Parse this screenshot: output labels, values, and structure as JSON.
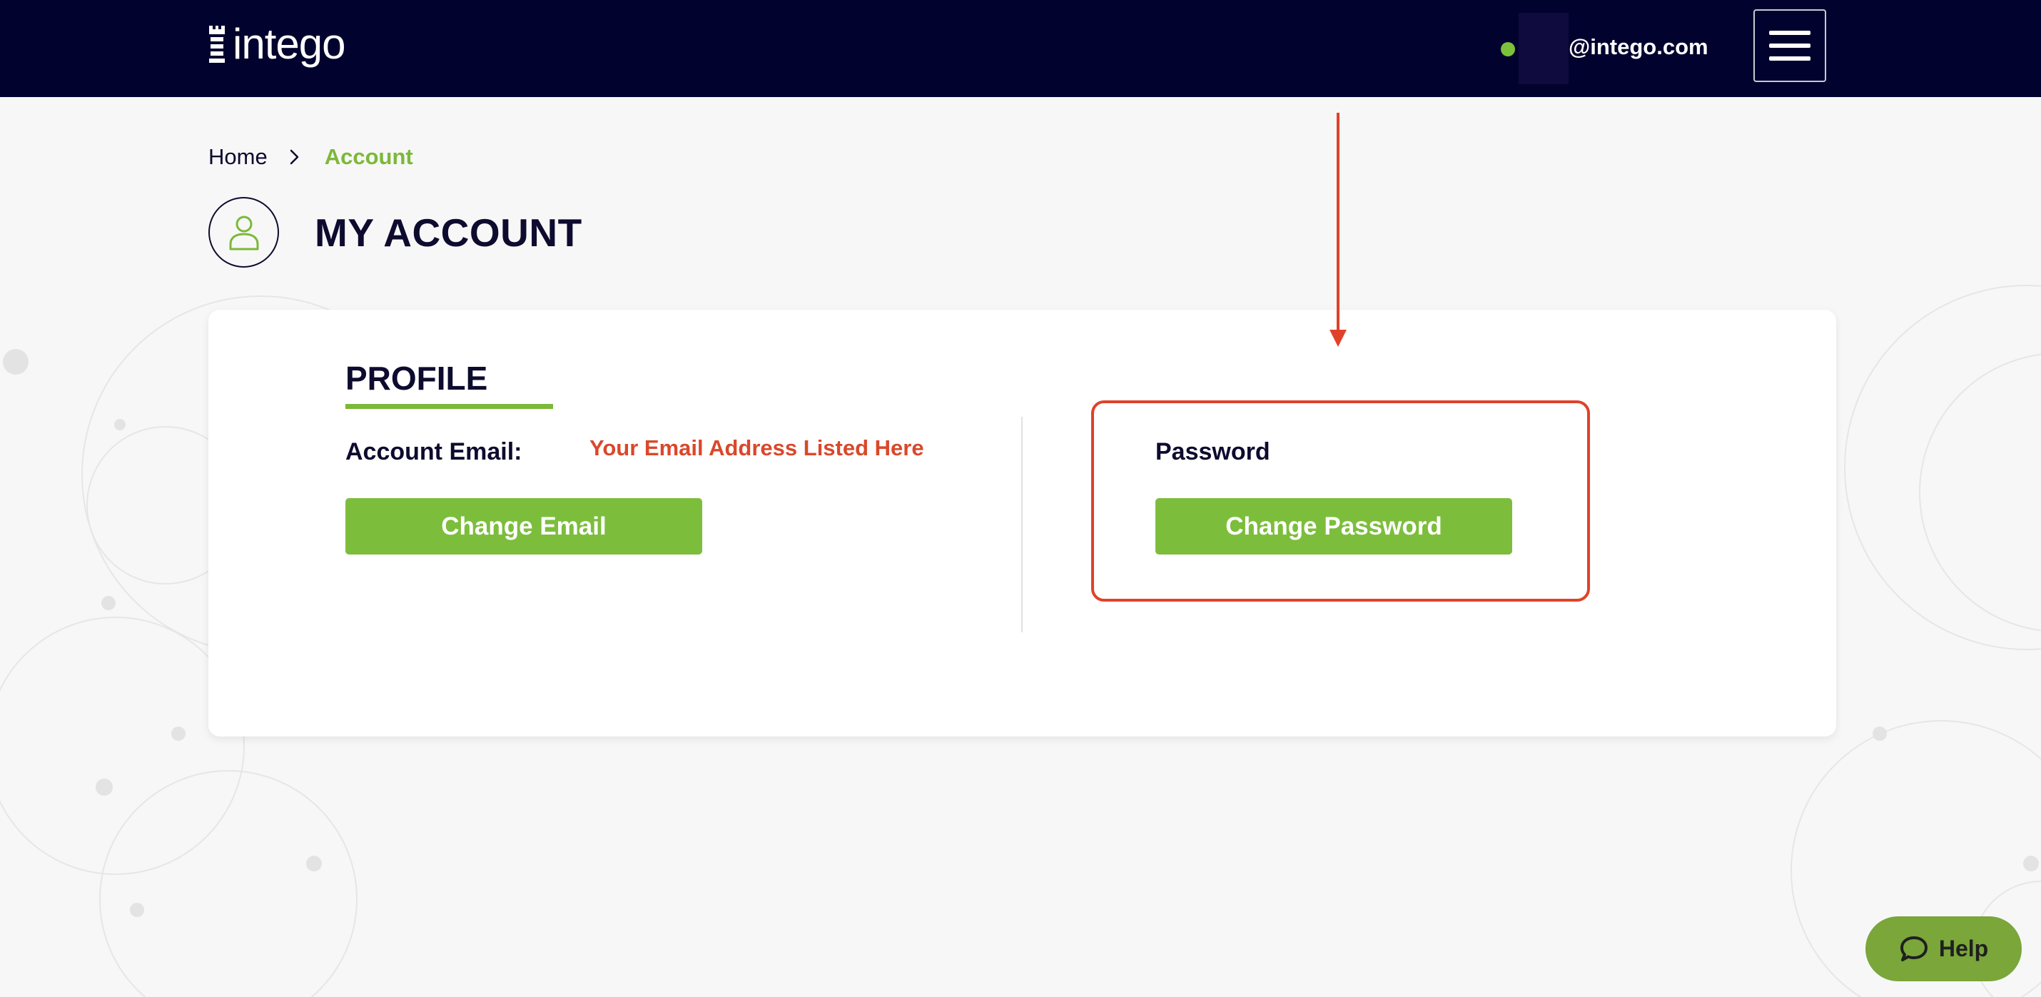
{
  "header": {
    "logo_text": "intego",
    "user_email": "@intego.com"
  },
  "breadcrumb": {
    "home": "Home",
    "current": "Account"
  },
  "page": {
    "title": "MY ACCOUNT"
  },
  "profile": {
    "section_title": "PROFILE",
    "email_label": "Account Email:",
    "email_value": "Your Email Address Listed Here",
    "change_email_label": "Change Email",
    "password_label": "Password",
    "change_password_label": "Change Password"
  },
  "help": {
    "label": "Help"
  },
  "colors": {
    "header_bg": "#02022e",
    "accent_green": "#7cbe3c",
    "annotation_red": "#e0412a",
    "status_online": "#7cc13a"
  },
  "icons": {
    "logo": "rook-icon",
    "menu": "hamburger-icon",
    "breadcrumb_separator": "chevron-right-icon",
    "avatar": "user-icon",
    "help": "chat-bubble-icon"
  }
}
